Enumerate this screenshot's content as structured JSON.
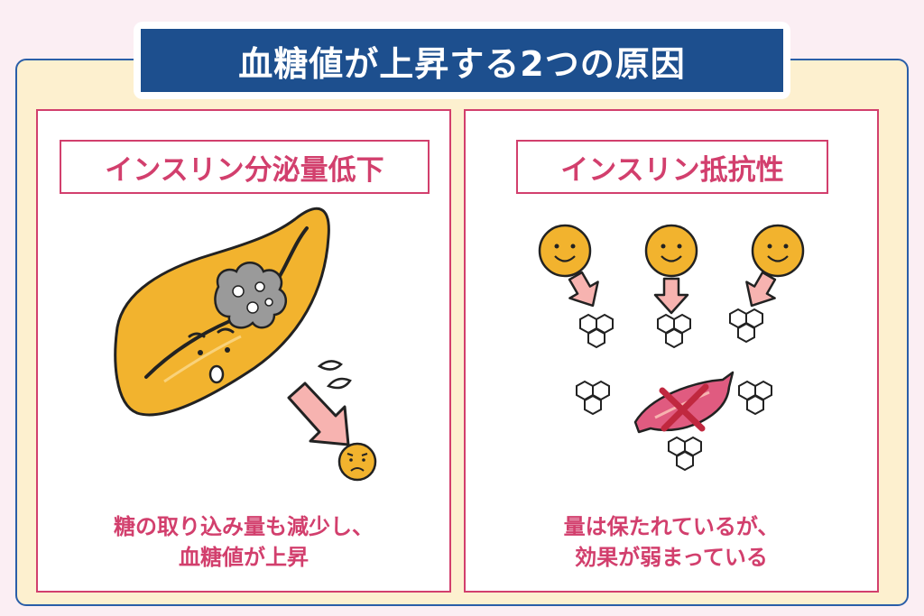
{
  "title": "血糖値が上昇する2つの原因",
  "left_panel": {
    "label": "インスリン分泌量低下",
    "caption_line1": "糖の取り込み量も減少し、",
    "caption_line2": "血糖値が上昇"
  },
  "right_panel": {
    "label": "インスリン抵抗性",
    "caption_line1": "量は保たれているが、",
    "caption_line2": "効果が弱まっている"
  },
  "colors": {
    "background": "#fbeef3",
    "frame_fill": "#fdf0cf",
    "frame_border": "#2a5ea8",
    "title_bg": "#1d4f8e",
    "accent": "#d23f6d",
    "pancreas": "#f2b32e",
    "arrow": "#f7b3b0",
    "receptor": "#e05b80"
  },
  "icons": [
    "pancreas-icon",
    "damaged-tissue-icon",
    "sad-insulin-icon",
    "happy-insulin-icon",
    "glucose-hexagon-icon",
    "blocked-receptor-icon"
  ]
}
